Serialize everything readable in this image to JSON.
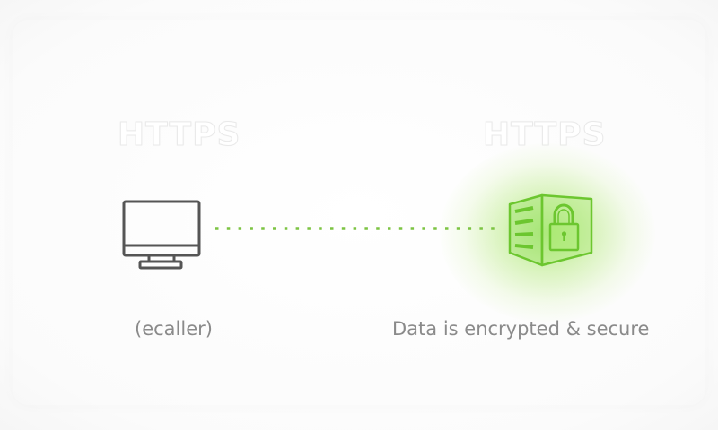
{
  "diagram": {
    "client": {
      "protocol_label": "HTTPS",
      "caption": "(ecaller)",
      "icon": "monitor-icon"
    },
    "server": {
      "protocol_label": "HTTPS",
      "caption": "Data is encrypted & secure",
      "icon": "secure-server-lock-icon"
    },
    "connection": {
      "style": "dotted",
      "color": "#7cc442"
    },
    "colors": {
      "accent": "#72c83a",
      "glow": "#9be05a",
      "icon_stroke": "#555555",
      "caption_text": "#8a8a8a",
      "background": "#fdfdfd"
    }
  }
}
